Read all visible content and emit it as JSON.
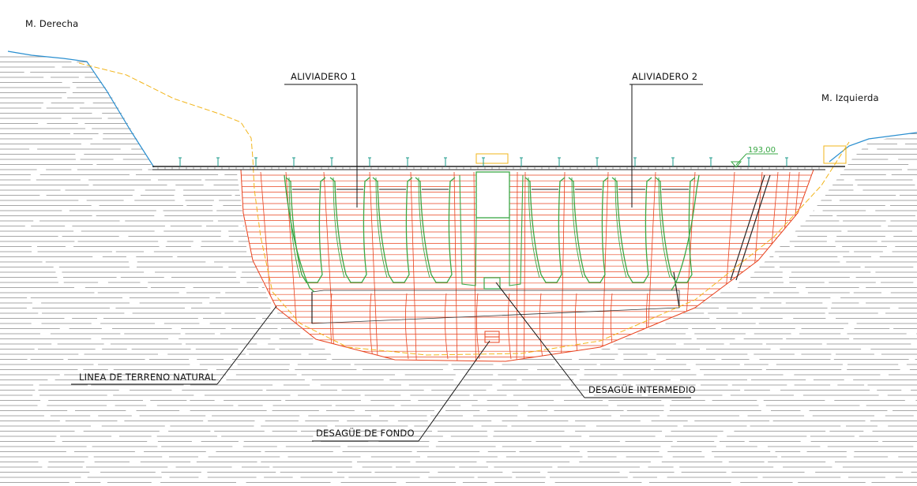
{
  "labels": {
    "right_bank": "M. Derecha",
    "left_bank": "M. Izquierda",
    "spillway_1": "ALIVIADERO 1",
    "spillway_2": "ALIVIADERO 2",
    "crest_elevation": "193,00",
    "natural_ground": "LINEA DE TERRENO NATURAL",
    "intermediate_outlet": "DESAGÜE INTERMEDIO",
    "bottom_outlet": "DESAGÜE DE FONDO"
  },
  "colors": {
    "terrain_hatch": "#8a8a8a",
    "terrain_edge": "#2a8fd0",
    "dam_lines": "#e8431f",
    "spillway_outline": "#3aa845",
    "ground_line": "#f2b51b",
    "crest": "#222222",
    "leader": "#111111"
  }
}
